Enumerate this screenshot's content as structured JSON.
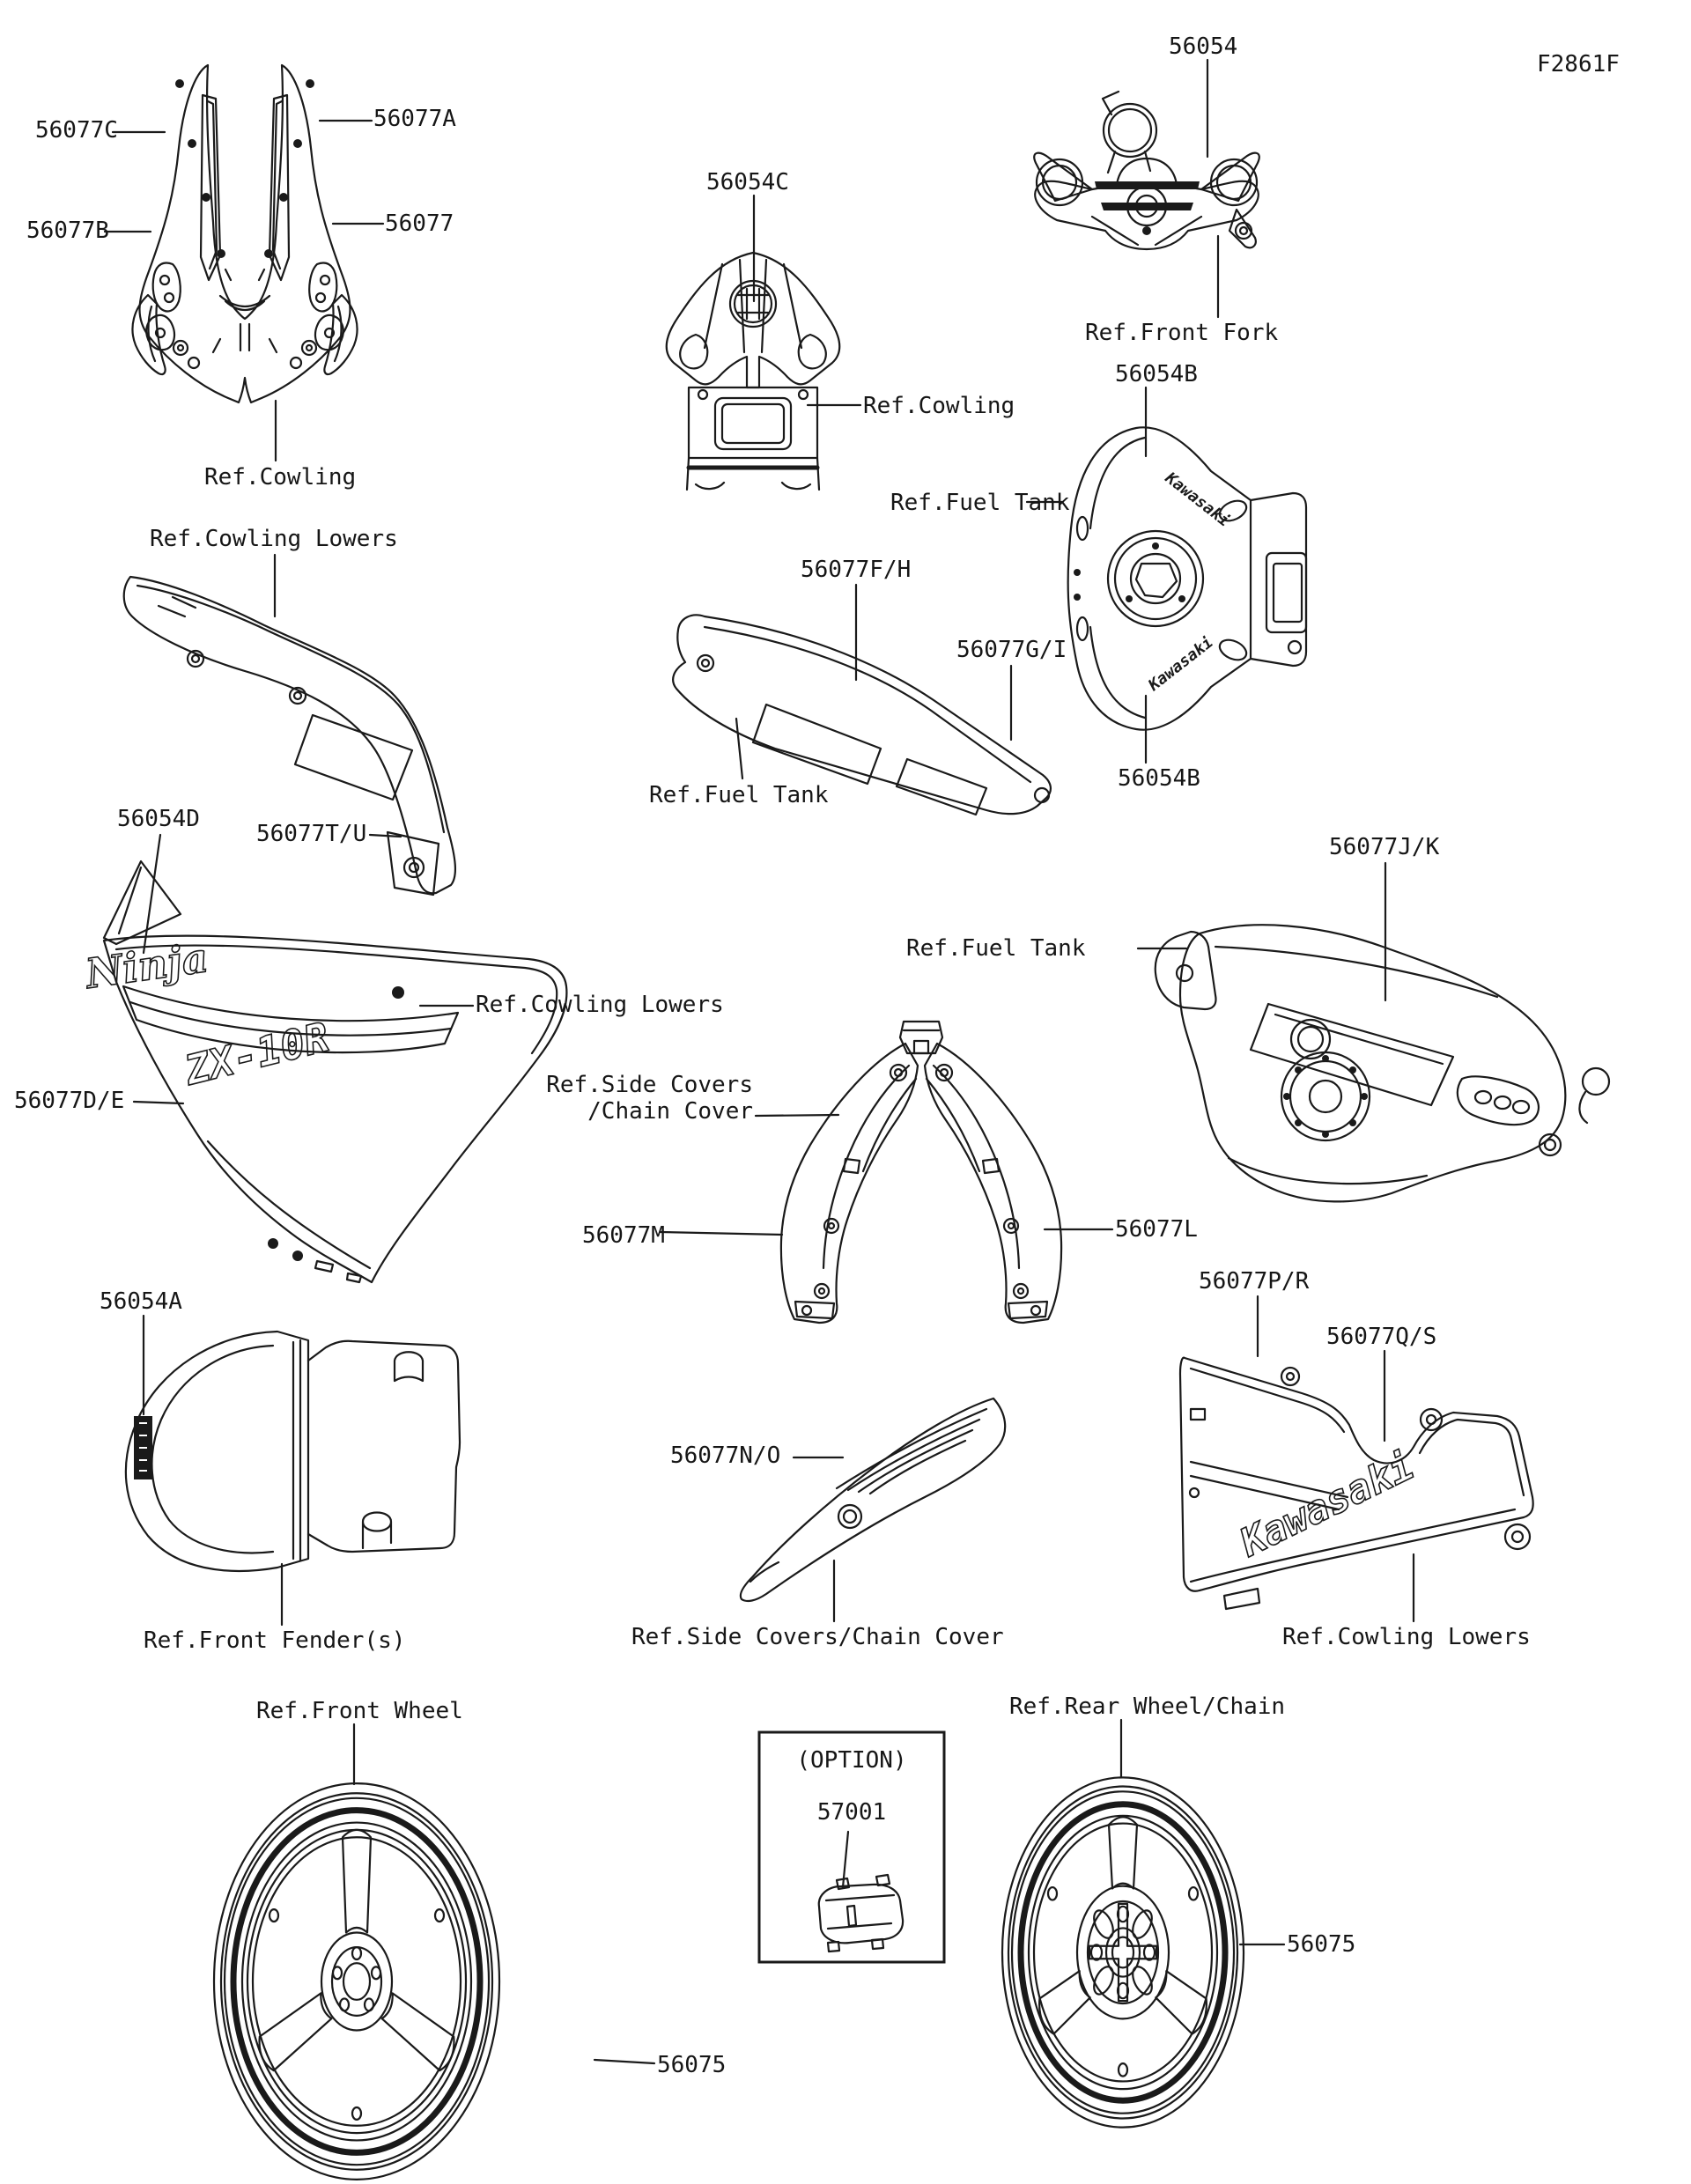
{
  "page": {
    "code": "F2861F"
  },
  "callouts": [
    {
      "text": "56077C"
    },
    {
      "text": "56077A"
    },
    {
      "text": "56077B"
    },
    {
      "text": "56077"
    },
    {
      "text": "Ref.Cowling"
    },
    {
      "text": "56054C"
    },
    {
      "text": "Ref.Cowling"
    },
    {
      "text": "56054"
    },
    {
      "text": "Ref.Front Fork"
    },
    {
      "text": "56054B"
    },
    {
      "text": "Ref.Fuel Tank"
    },
    {
      "text": "56054B"
    },
    {
      "text": "Ref.Cowling Lowers"
    },
    {
      "text": "56077F/H"
    },
    {
      "text": "56077G/I"
    },
    {
      "text": "Ref.Fuel Tank"
    },
    {
      "text": "56054D"
    },
    {
      "text": "56077T/U"
    },
    {
      "text": "56077J/K"
    },
    {
      "text": "Ref.Fuel Tank"
    },
    {
      "text": "Ref.Cowling Lowers"
    },
    {
      "text": "Ref.Side Covers\n/Chain Cover"
    },
    {
      "text": "56077D/E"
    },
    {
      "text": "56077M"
    },
    {
      "text": "56077L"
    },
    {
      "text": "56077P/R"
    },
    {
      "text": "56077Q/S"
    },
    {
      "text": "56054A"
    },
    {
      "text": "56077N/O"
    },
    {
      "text": "Ref.Side Covers/Chain Cover"
    },
    {
      "text": "Ref.Front Fender(s)"
    },
    {
      "text": "Ref.Cowling Lowers"
    },
    {
      "text": "Ref.Front Wheel"
    },
    {
      "text": "Ref.Rear Wheel/Chain"
    },
    {
      "text": "56075"
    },
    {
      "text": "56075"
    }
  ],
  "option_box": {
    "title": "(OPTION)",
    "part": "57001"
  },
  "artwork": {
    "ninja_script": "Ninja",
    "zx10r_logo": "ZX-10R",
    "kawasaki_logo": "Kawasaki"
  }
}
